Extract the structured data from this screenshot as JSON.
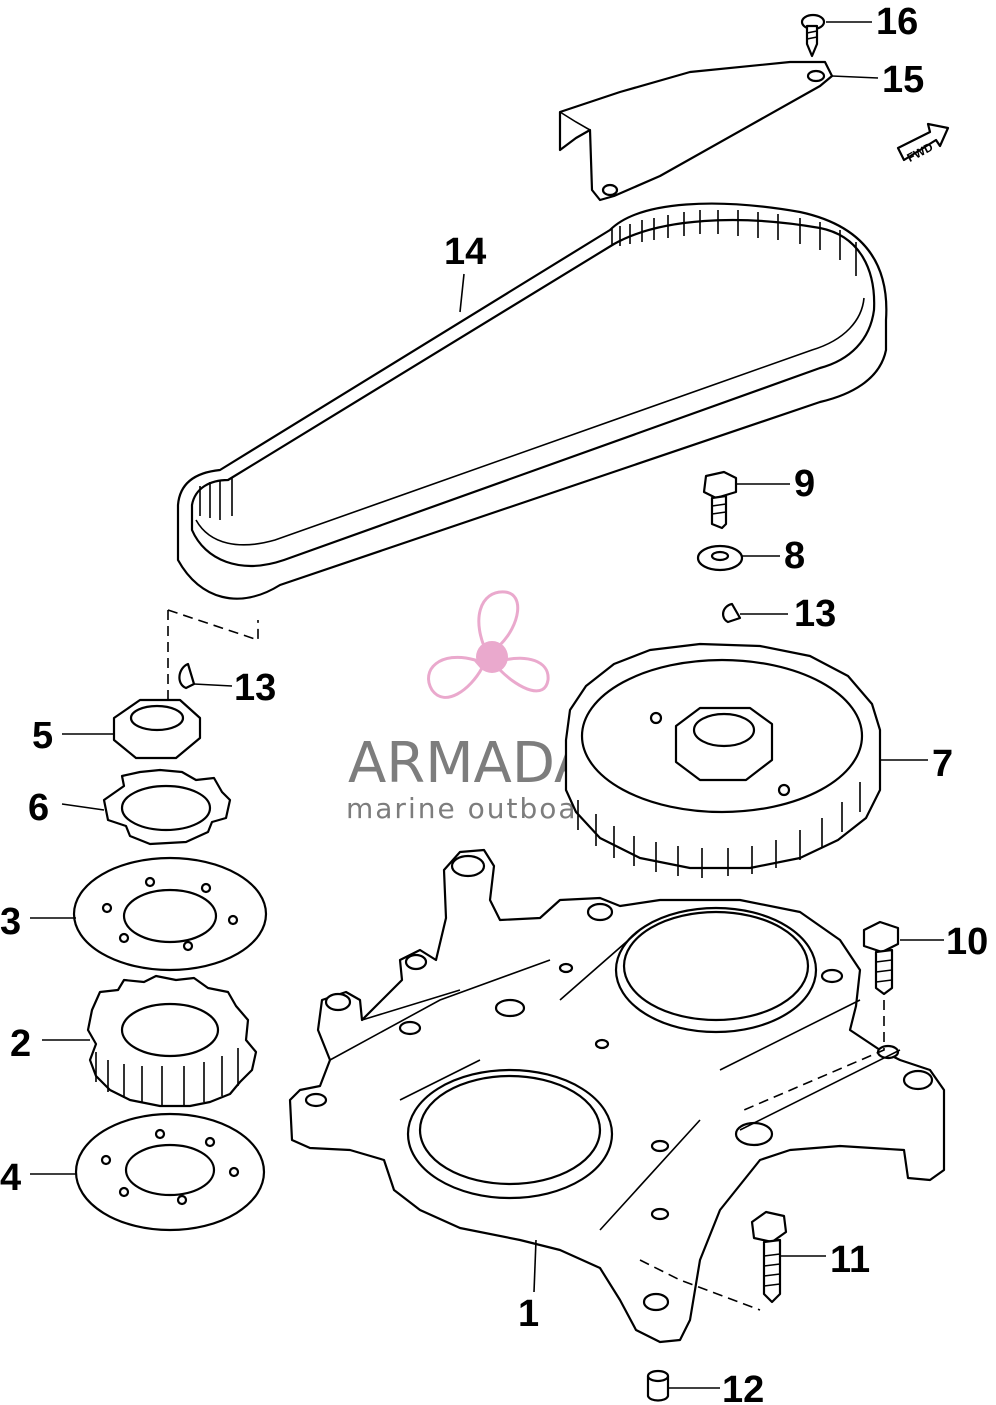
{
  "colors": {
    "line": "#000000",
    "background": "#ffffff",
    "watermark_pink": "#e8a0c8",
    "watermark_gray": "#6f6f6f"
  },
  "fwd_label": "FWD",
  "watermark": {
    "brand": "ARMADA",
    "tagline": "marine outboards",
    "logo_icon": "propeller-icon"
  },
  "callouts": [
    {
      "id": "16",
      "label": "16",
      "part": "screw"
    },
    {
      "id": "15",
      "label": "15",
      "part": "bracket"
    },
    {
      "id": "14",
      "label": "14",
      "part": "timing-belt"
    },
    {
      "id": "9",
      "label": "9",
      "part": "bolt"
    },
    {
      "id": "8",
      "label": "8",
      "part": "washer"
    },
    {
      "id": "13a",
      "label": "13",
      "part": "key"
    },
    {
      "id": "13b",
      "label": "13",
      "part": "key"
    },
    {
      "id": "5",
      "label": "5",
      "part": "nut"
    },
    {
      "id": "7",
      "label": "7",
      "part": "driven-pulley"
    },
    {
      "id": "6",
      "label": "6",
      "part": "lock-washer"
    },
    {
      "id": "3",
      "label": "3",
      "part": "guide-plate-upper"
    },
    {
      "id": "10",
      "label": "10",
      "part": "bolt"
    },
    {
      "id": "2",
      "label": "2",
      "part": "drive-pulley"
    },
    {
      "id": "4",
      "label": "4",
      "part": "guide-plate-lower"
    },
    {
      "id": "11",
      "label": "11",
      "part": "bolt"
    },
    {
      "id": "1",
      "label": "1",
      "part": "pulley-bracket"
    },
    {
      "id": "12",
      "label": "12",
      "part": "dowel-pin"
    }
  ]
}
